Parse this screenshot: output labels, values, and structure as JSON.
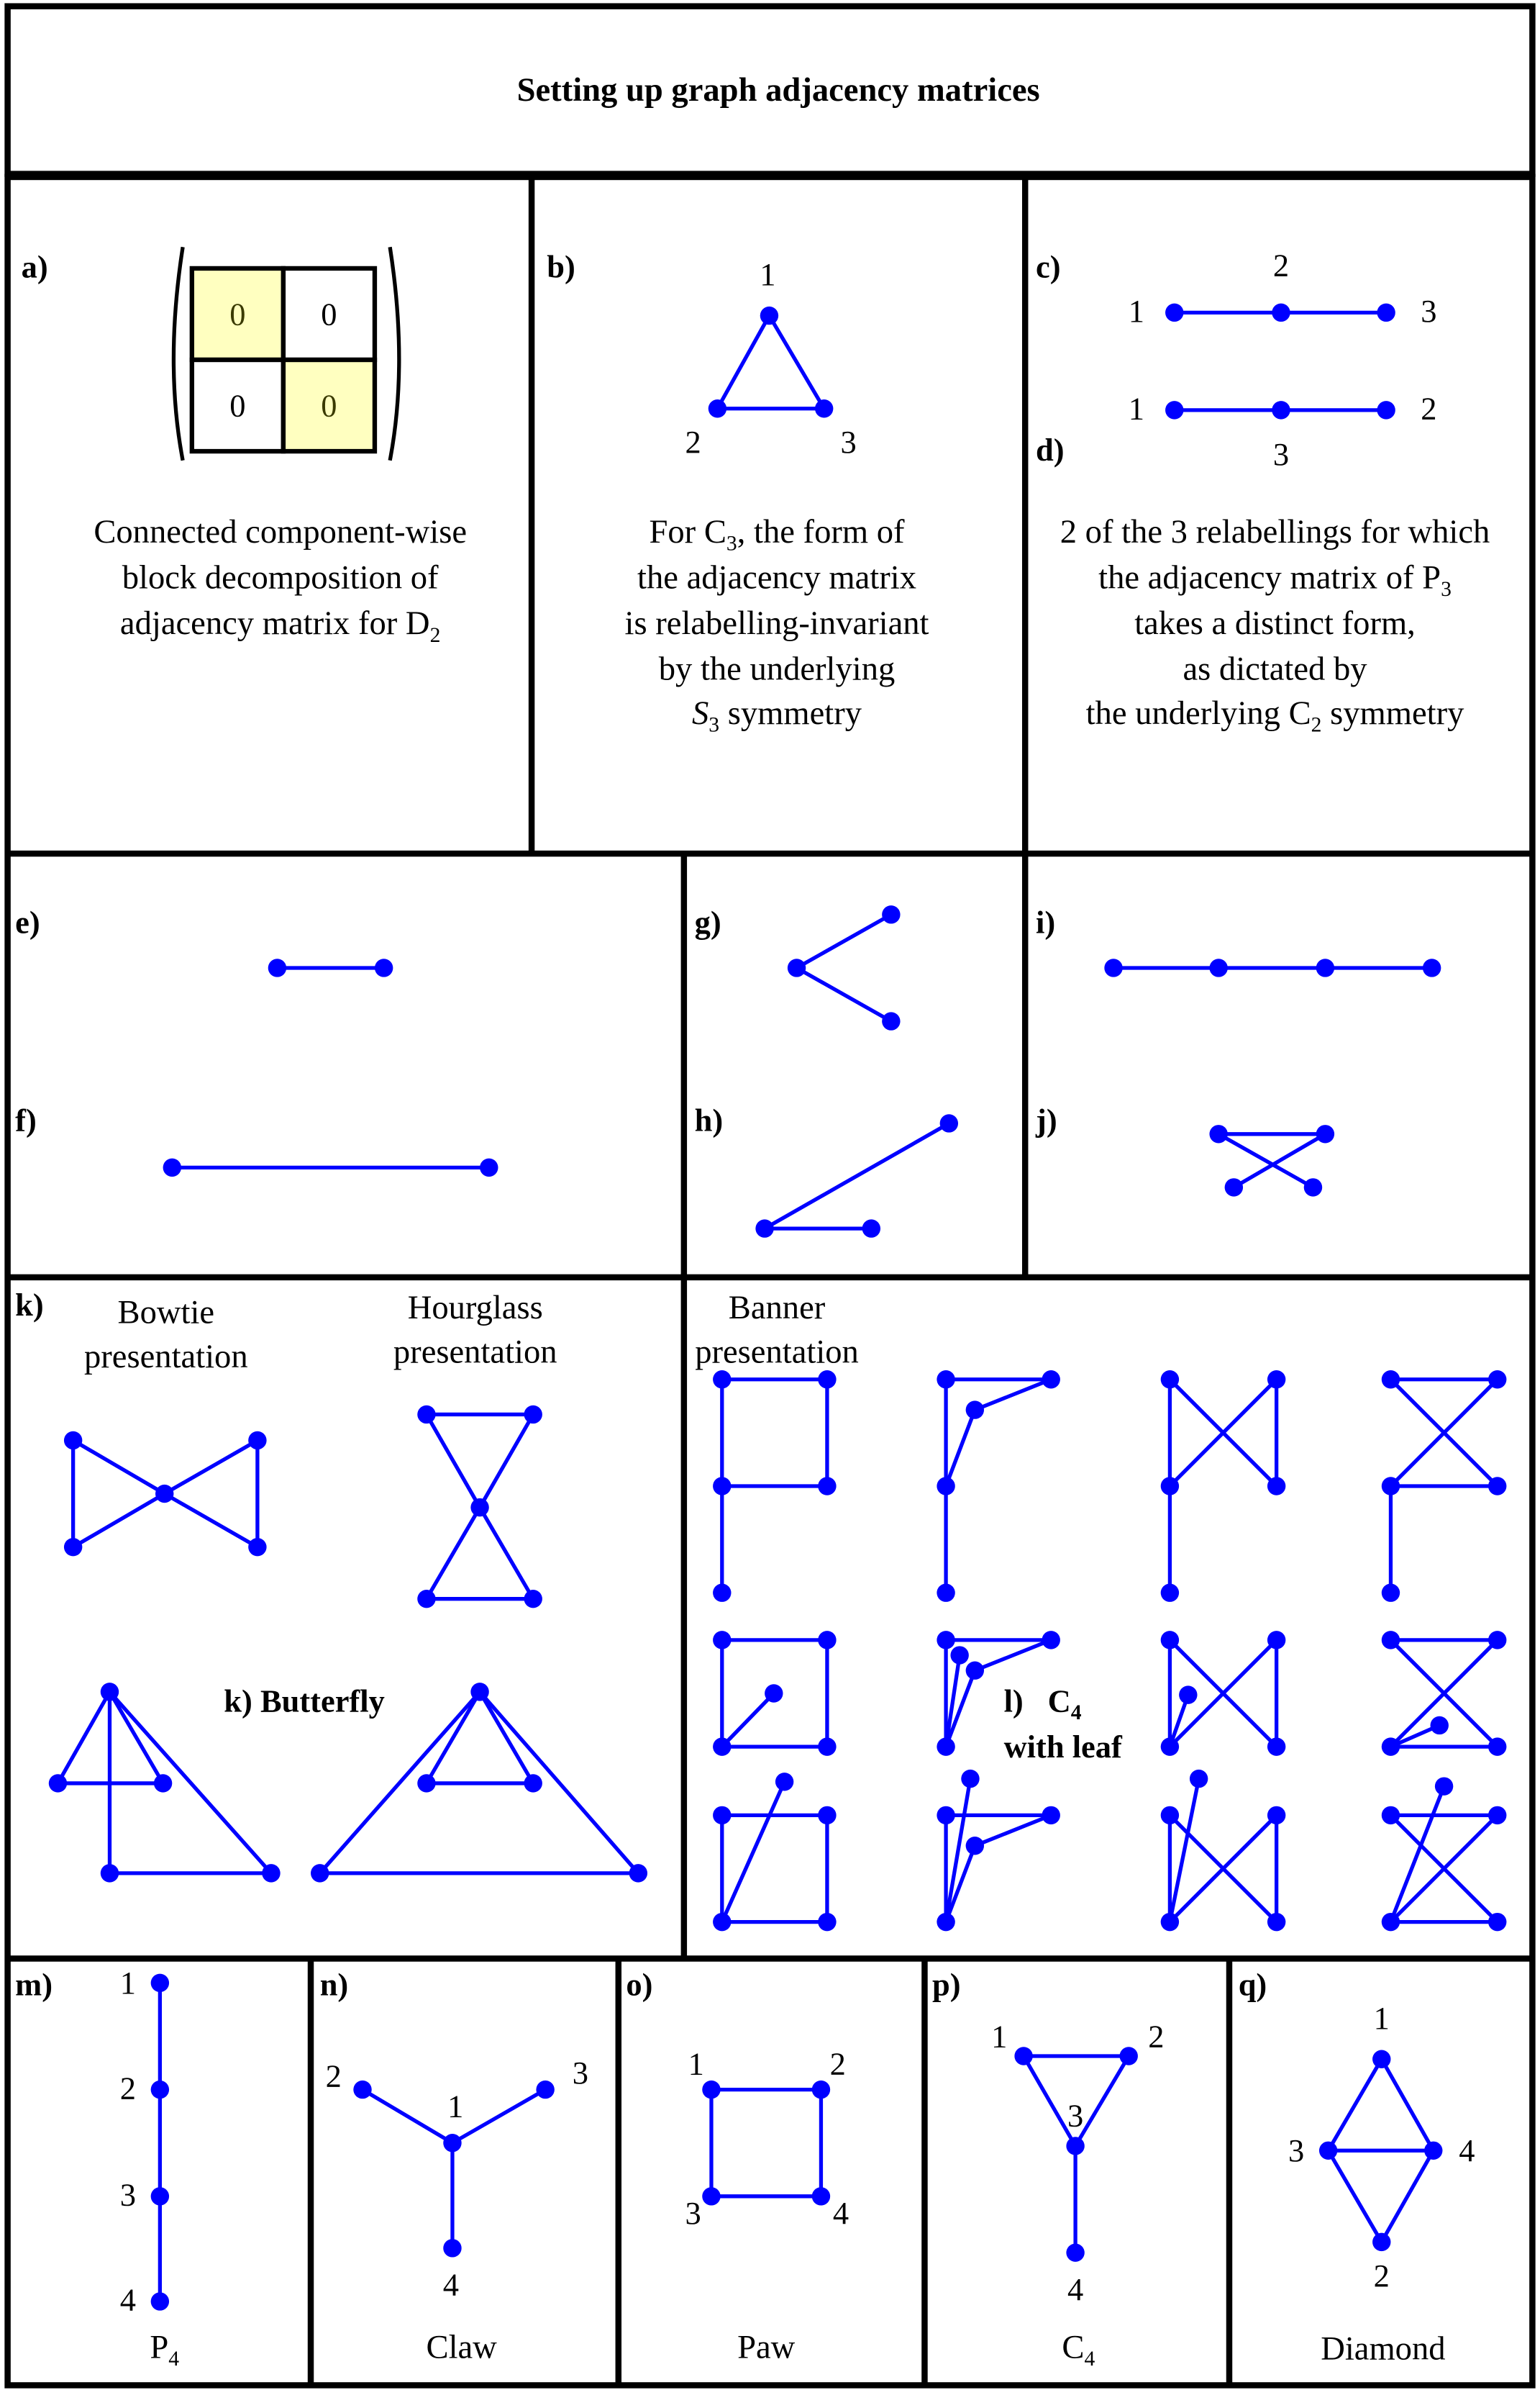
{
  "title": "Setting up graph adjacency matrices",
  "colors": {
    "graph": "#0000ff",
    "highlight_cell": "#ffffc0",
    "border": "#000000"
  },
  "panel_a": {
    "label": "a)",
    "matrix": [
      [
        "0",
        "0"
      ],
      [
        "0",
        "0"
      ]
    ],
    "caption": [
      "Connected component-wise",
      "block decomposition of",
      "adjacency matrix for  D",
      "2"
    ]
  },
  "panel_b": {
    "label": "b)",
    "nodes": [
      "1",
      "2",
      "3"
    ],
    "caption": [
      "For  C",
      "3",
      ", the form of",
      "the adjacency matrix",
      "is relabelling-invariant",
      "by the underlying",
      "S",
      "3",
      "  symmetry"
    ]
  },
  "panel_c": {
    "label": "c)",
    "nodes": [
      "1",
      "2",
      "3"
    ]
  },
  "panel_d": {
    "label": "d)",
    "nodes": [
      "1",
      "3",
      "2"
    ],
    "caption": [
      "2 of the 3 relabellings for which",
      "the adjacency matrix of  P",
      "3",
      "takes a distinct form,",
      "as dictated by",
      "the underlying  C",
      "2",
      "  symmetry"
    ]
  },
  "panel_labels": {
    "e": "e)",
    "f": "f)",
    "g": "g)",
    "h": "h)",
    "i": "i)",
    "j": "j)",
    "k": "k)",
    "m": "m)",
    "n": "n)",
    "o": "o)",
    "p": "p)",
    "q": "q)"
  },
  "panel_k": {
    "bowtie": [
      "Bowtie",
      "presentation"
    ],
    "hourglass": [
      "Hourglass",
      "presentation"
    ],
    "title": "k) Butterfly"
  },
  "panel_l": {
    "banner": [
      "Banner",
      "presentation"
    ],
    "title": [
      "l)",
      "C",
      "4",
      "with leaf"
    ]
  },
  "panel_m": {
    "nodes": [
      "1",
      "2",
      "3",
      "4"
    ],
    "name": [
      "P",
      "4"
    ]
  },
  "panel_n": {
    "nodes": [
      "1",
      "2",
      "3",
      "4"
    ],
    "name": "Claw"
  },
  "panel_o": {
    "nodes": [
      "1",
      "2",
      "3",
      "4"
    ],
    "name": "Paw"
  },
  "panel_p": {
    "nodes": [
      "1",
      "2",
      "3",
      "4"
    ],
    "name": [
      "C",
      "4"
    ]
  },
  "panel_q": {
    "nodes": [
      "1",
      "2",
      "3",
      "4"
    ],
    "name": "Diamond"
  }
}
